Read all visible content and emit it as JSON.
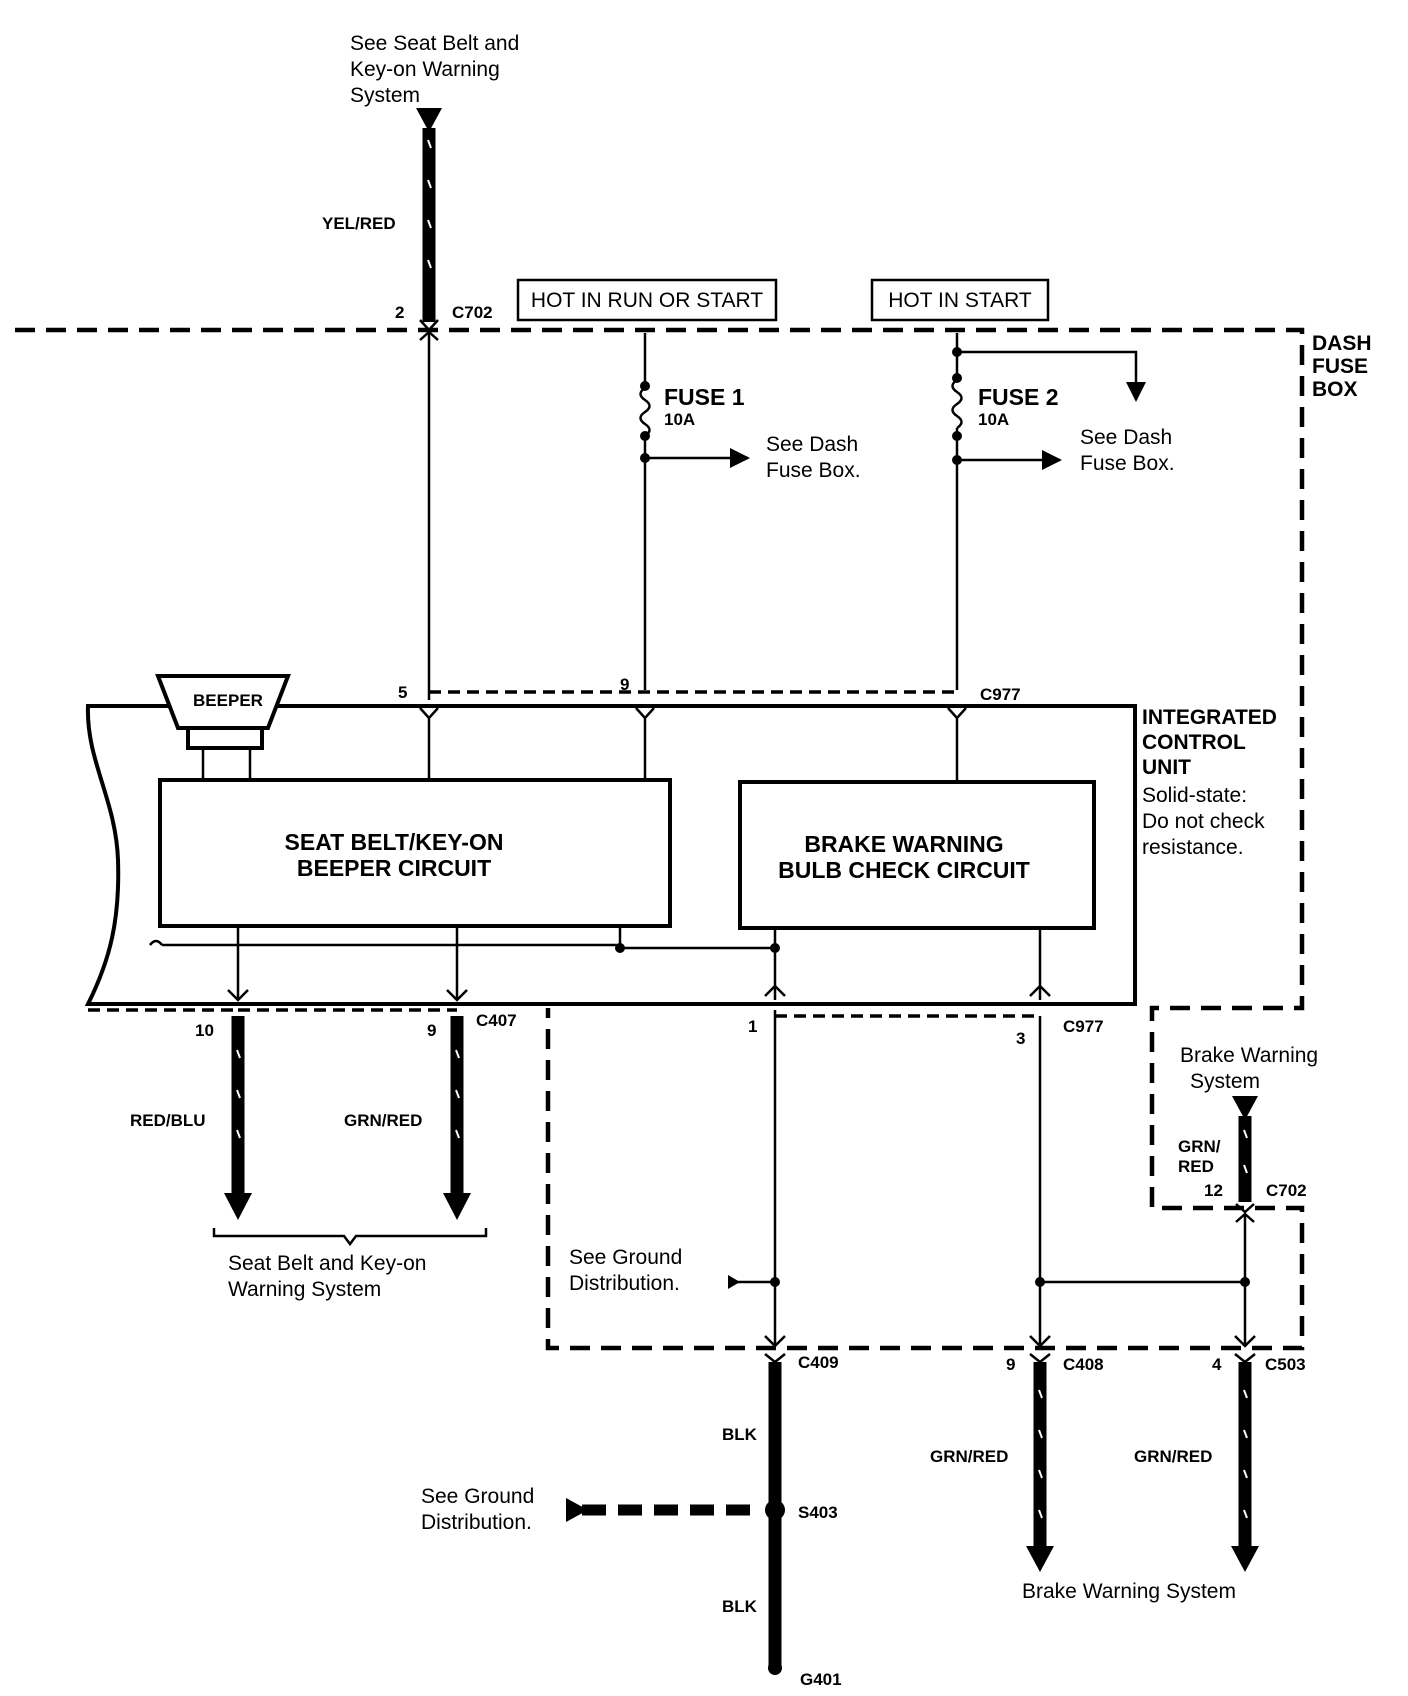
{
  "labels": {
    "top_ref": [
      "See Seat Belt and",
      "Key-on Warning",
      "System"
    ],
    "yel_red": "YEL/RED",
    "c702_top_pin": "2",
    "c702_top": "C702",
    "hot_run_start": "HOT IN RUN OR START",
    "hot_start": "HOT IN START",
    "dash_fuse_box": [
      "DASH",
      "FUSE",
      "BOX"
    ],
    "fuse1": "FUSE 1",
    "fuse1_amp": "10A",
    "fuse2": "FUSE 2",
    "fuse2_amp": "10A",
    "see_dash1": [
      "See Dash",
      "Fuse Box."
    ],
    "see_dash2": [
      "See Dash",
      "Fuse Box."
    ],
    "beeper": "BEEPER",
    "pin5": "5",
    "pin9_top": "9",
    "c977_top": "C977",
    "icu": [
      "INTEGRATED",
      "CONTROL",
      "UNIT"
    ],
    "icu_note": [
      "Solid-state:",
      "Do not check",
      "resistance."
    ],
    "seat_belt_circuit": [
      "SEAT BELT/KEY-ON",
      "BEEPER CIRCUIT"
    ],
    "brake_circuit": [
      "BRAKE WARNING",
      "BULB CHECK CIRCUIT"
    ],
    "pin10": "10",
    "pin9_bot": "9",
    "c407": "C407",
    "pin1": "1",
    "pin3": "3",
    "c977_bot": "C977",
    "red_blu": "RED/BLU",
    "grn_red_1": "GRN/RED",
    "seat_belt_sys": [
      "Seat Belt and Key-on",
      "Warning System"
    ],
    "see_ground1": [
      "See Ground",
      "Distribution."
    ],
    "brake_warning_sys_right": [
      "Brake Warning",
      "System"
    ],
    "grn_red_2": [
      "GRN/",
      "RED"
    ],
    "pin12": "12",
    "c702_right": "C702",
    "c409": "C409",
    "pin9_c408": "9",
    "c408": "C408",
    "pin4": "4",
    "c503": "C503",
    "blk1": "BLK",
    "grn_red_3": "GRN/RED",
    "grn_red_4": "GRN/RED",
    "see_ground2": [
      "See Ground",
      "Distribution."
    ],
    "s403": "S403",
    "blk2": "BLK",
    "brake_warning_sys_bottom": "Brake Warning System",
    "g401": "G401"
  }
}
